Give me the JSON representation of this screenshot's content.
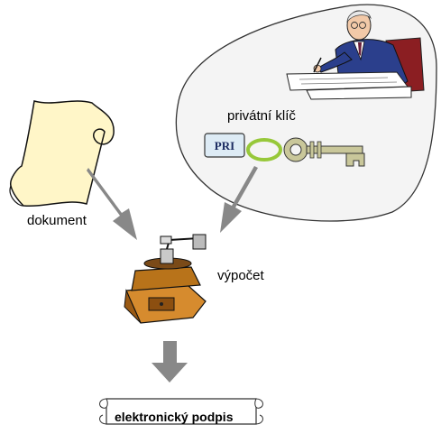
{
  "labels": {
    "document": "dokument",
    "private_key": "privátní klíč",
    "key_tag": "PRI",
    "computation": "výpočet",
    "signature": "elektronický podpis"
  },
  "colors": {
    "arrow": "#888888",
    "paper": "#FFF6C8",
    "key": "#C9C79A",
    "key_ring": "#97C83A",
    "key_tag": "#DDEBF5",
    "suit": "#2B3F8C",
    "grinder_wood": "#B8731A",
    "bubble": "#F4F4F4"
  },
  "icons": [
    "scroll-document-icon",
    "key-icon",
    "businessman-signing-icon",
    "coffee-grinder-icon",
    "arrow-down-icon"
  ]
}
